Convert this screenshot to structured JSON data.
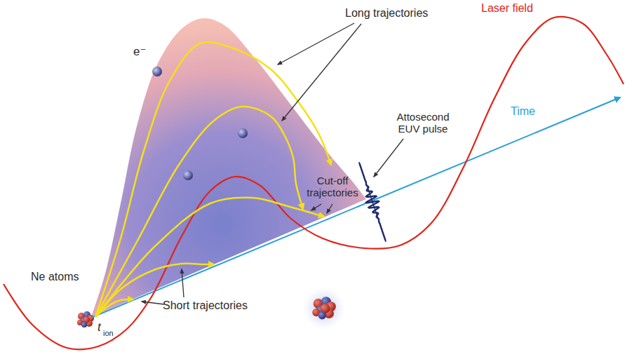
{
  "diagram": {
    "labels": [
      "Long trajectories",
      "Laser field",
      "e⁻",
      "Time",
      "Attosecond EUV pulse",
      "Cut-off trajectories",
      "Ne atoms",
      "Short trajectories",
      "t",
      "ion"
    ]
  }
}
